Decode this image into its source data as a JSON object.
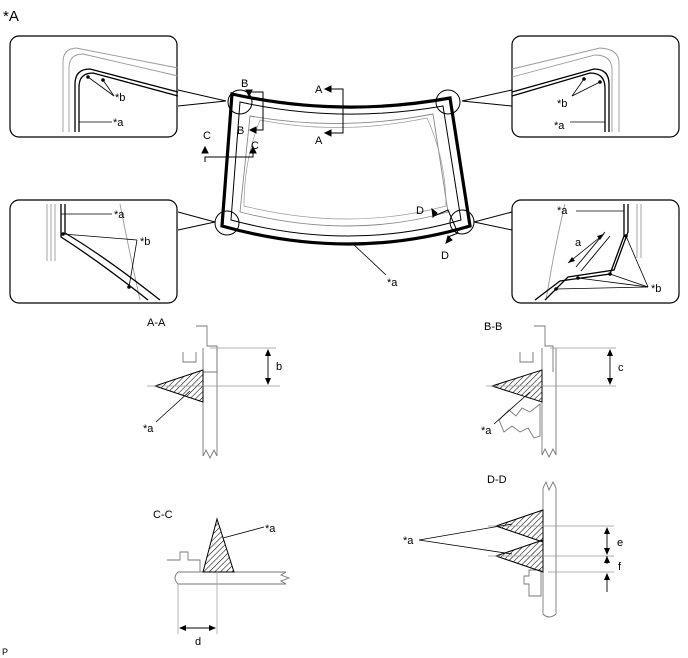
{
  "title": "*A",
  "footer": "P",
  "labels": {
    "callout_a": "*a",
    "callout_b": "*b",
    "section_A": "A",
    "section_B": "B",
    "section_C": "C",
    "section_D": "D",
    "dim_a": "a",
    "dim_b": "b",
    "dim_c": "c",
    "dim_d": "d",
    "dim_e": "e",
    "dim_f": "f"
  },
  "sections": {
    "aa": "A-A",
    "bb": "B-B",
    "cc": "C-C",
    "dd": "D-D"
  }
}
